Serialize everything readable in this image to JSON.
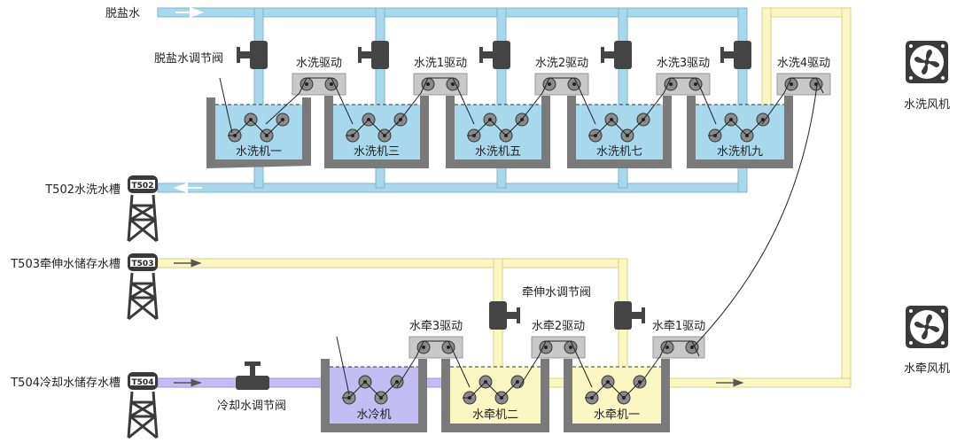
{
  "labels": {
    "desalted_water": "脱盐水",
    "desalted_valve": "脱盐水调节阀",
    "t502": "T502水洗水槽",
    "t503": "T503牵伸水储存水槽",
    "t504": "T504冷却水储存水槽",
    "cool_valve": "冷却水调节阀",
    "draw_valve": "牵伸水调节阀",
    "wash_fan": "水洗风机",
    "draw_fan": "水牵风机",
    "tower_t502": "T502",
    "tower_t503": "T503",
    "tower_t504": "T504"
  },
  "drives_top": [
    "水洗驱动",
    "水洗1驱动",
    "水洗2驱动",
    "水洗3驱动",
    "水洗4驱动"
  ],
  "wash_tanks": [
    "水洗机一",
    "水洗机三",
    "水洗机五",
    "水洗机七",
    "水洗机九"
  ],
  "drives_bottom": [
    "水牵3驱动",
    "水牵2驱动",
    "水牵1驱动"
  ],
  "bottom_tanks": [
    "水冷机",
    "水牵机二",
    "水牵机一"
  ],
  "colors": {
    "desalted_pipe": "#a8d8ec",
    "draw_pipe": "#fbf7c2",
    "cool_pipe": "#c3bdf3",
    "wash_water": "#a8d8ec",
    "draw_water": "#fbf7c2",
    "cool_water": "#c3bdf3",
    "tank_wall": "#7a7a7a",
    "drive_box": "#c8c8c8"
  }
}
